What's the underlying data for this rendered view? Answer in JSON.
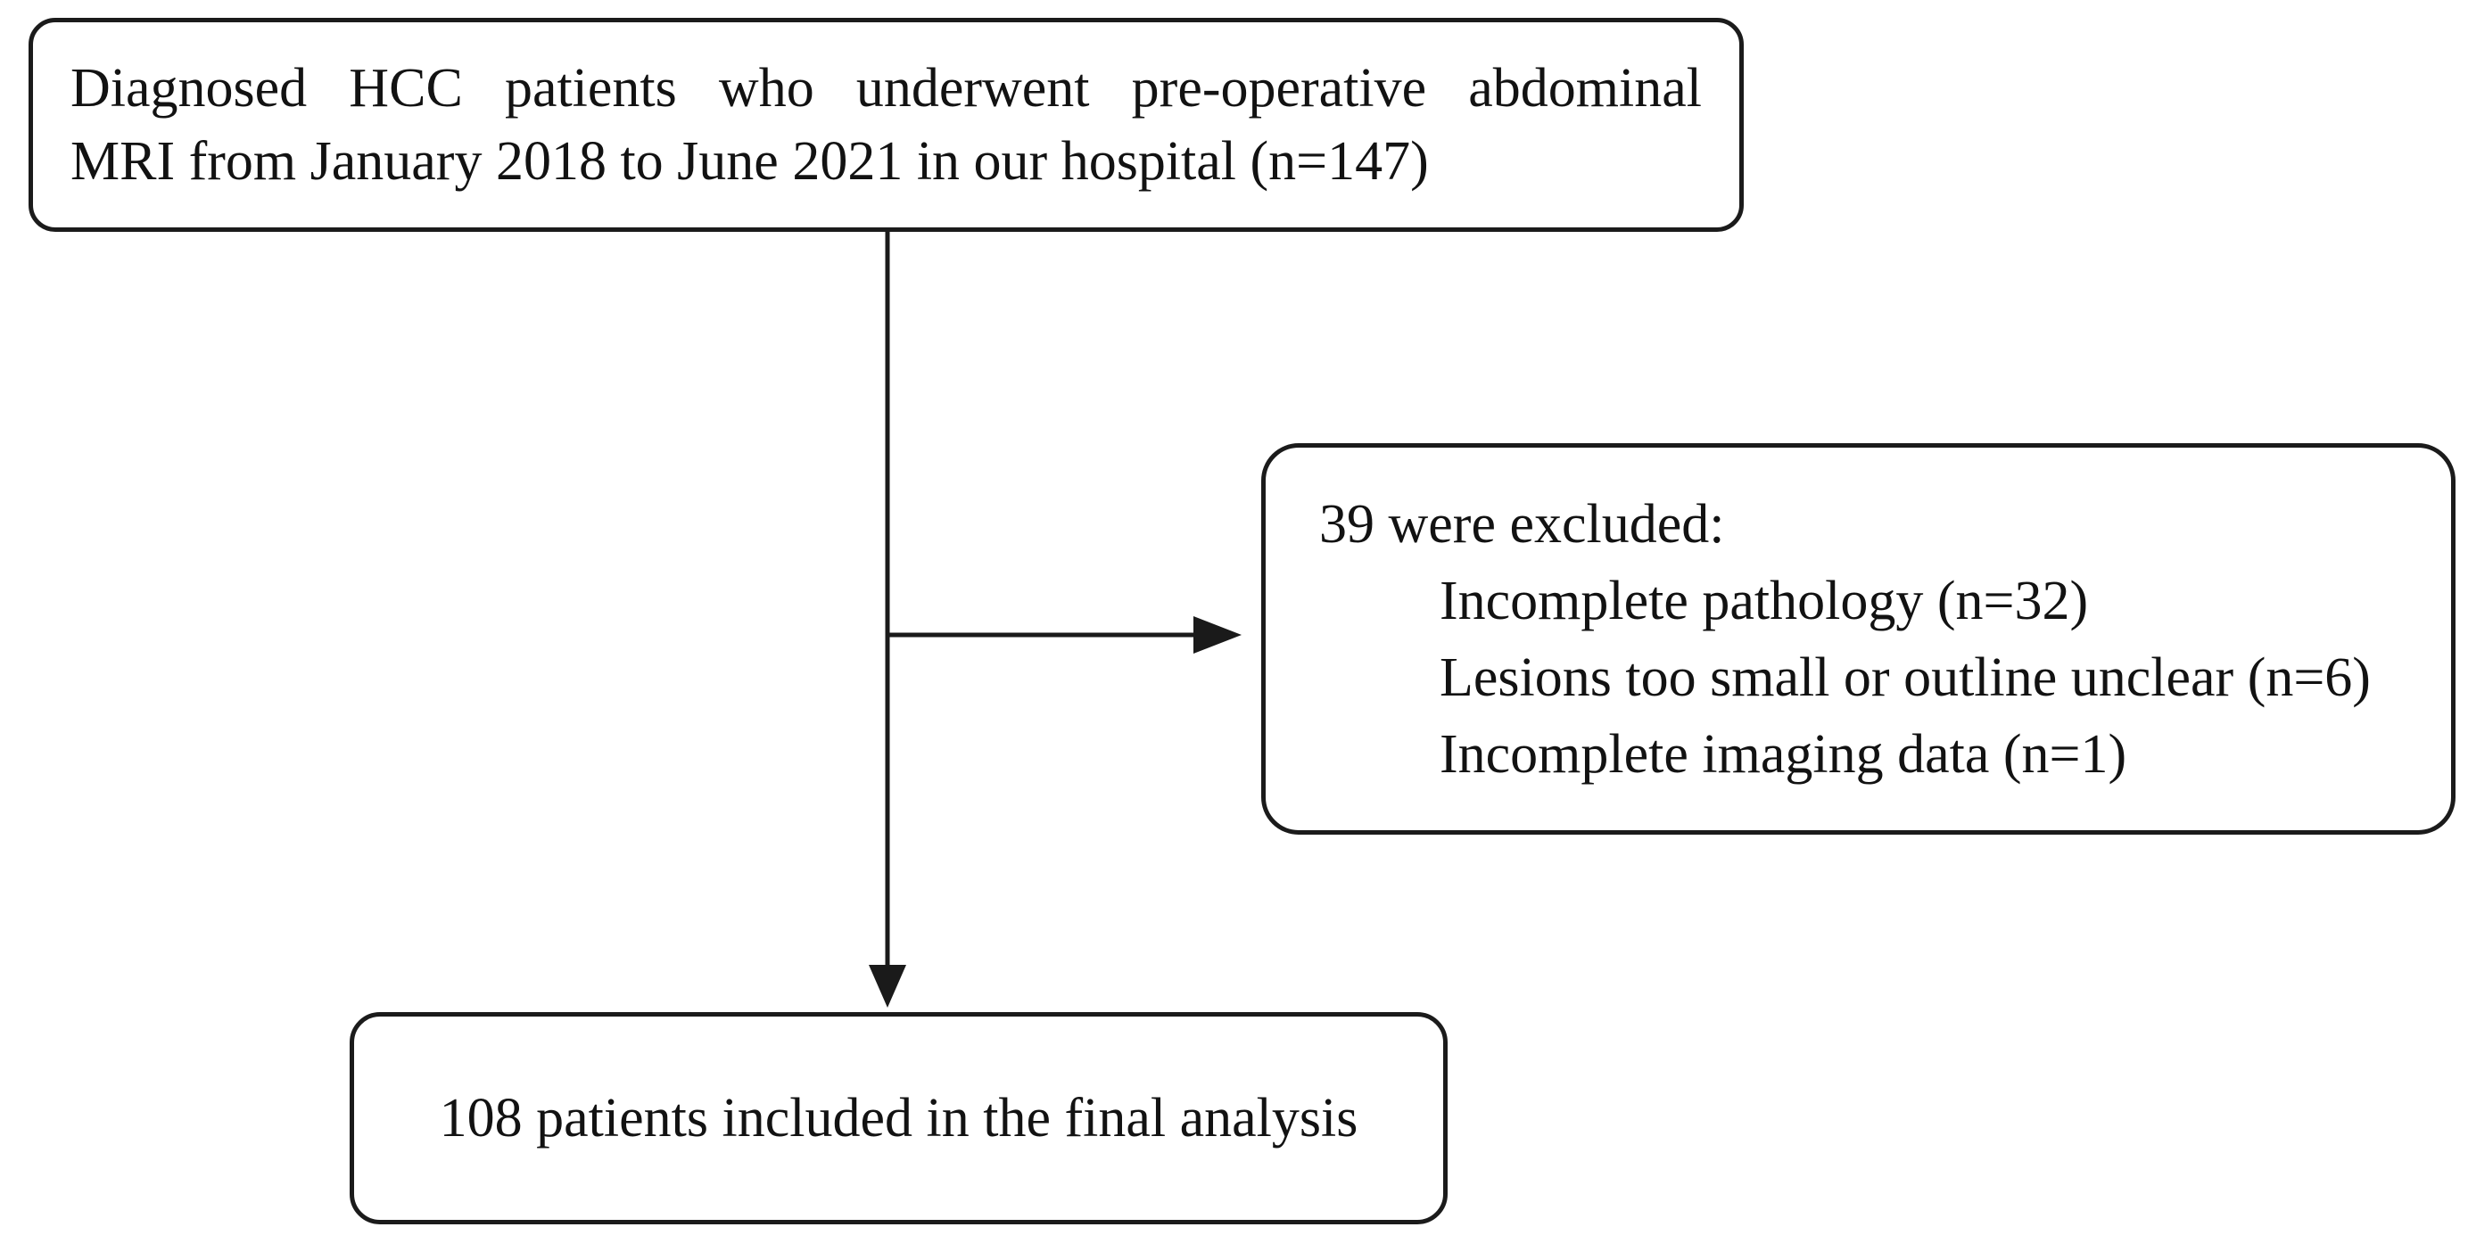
{
  "colors": {
    "background": "#ffffff",
    "border": "#1b1b1b",
    "text": "#121212",
    "arrow": "#1a1a1a"
  },
  "flowchart": {
    "top_box": {
      "line1": "Diagnosed HCC patients who underwent pre-operative abdominal",
      "line2": "MRI from January 2018 to June 2021 in our hospital (n=147)"
    },
    "excluded_box": {
      "title": "39 were excluded:",
      "items": [
        "Incomplete pathology (n=32)",
        "Lesions too small or outline unclear (n=6)",
        "Incomplete imaging data (n=1)"
      ]
    },
    "final_box": {
      "text": "108 patients included in the final analysis"
    }
  }
}
